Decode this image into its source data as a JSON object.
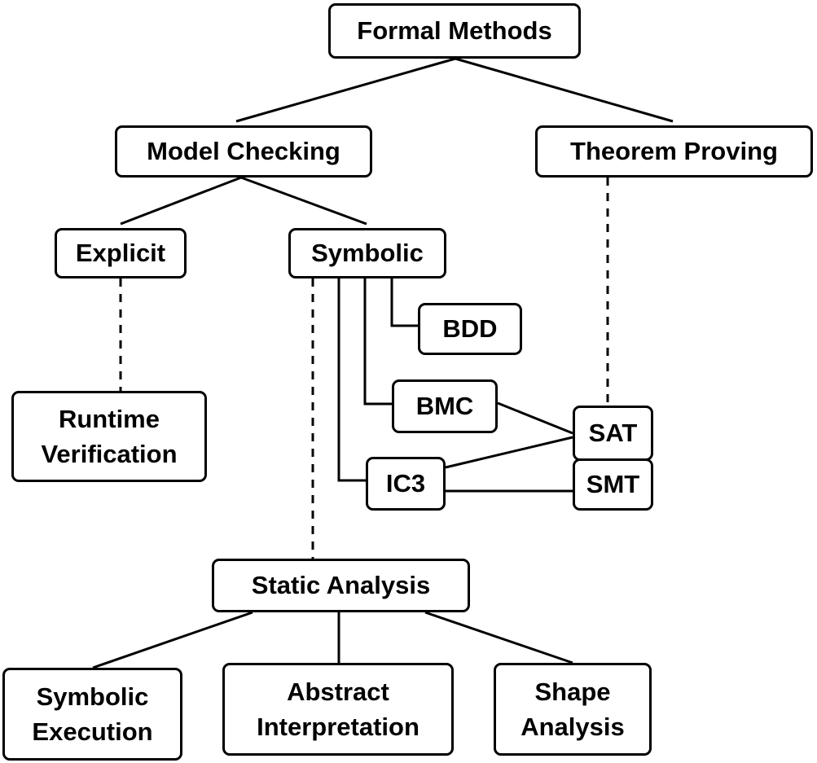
{
  "colors": {
    "stroke": "#000000",
    "background": "#ffffff"
  },
  "nodes": {
    "formal_methods": {
      "lines": [
        "Formal Methods"
      ]
    },
    "model_checking": {
      "lines": [
        "Model Checking"
      ]
    },
    "theorem_proving": {
      "lines": [
        "Theorem Proving"
      ]
    },
    "explicit": {
      "lines": [
        "Explicit"
      ]
    },
    "symbolic": {
      "lines": [
        "Symbolic"
      ]
    },
    "bdd": {
      "lines": [
        "BDD"
      ]
    },
    "bmc": {
      "lines": [
        "BMC"
      ]
    },
    "sat": {
      "lines": [
        "SAT"
      ]
    },
    "smt": {
      "lines": [
        "SMT"
      ]
    },
    "ic3": {
      "lines": [
        "IC3"
      ]
    },
    "runtime_verification": {
      "lines": [
        "Runtime",
        "Verification"
      ]
    },
    "static_analysis": {
      "lines": [
        "Static Analysis"
      ]
    },
    "symbolic_execution": {
      "lines": [
        "Symbolic",
        "Execution"
      ]
    },
    "abstract_interpretation": {
      "lines": [
        "Abstract",
        "Interpretation"
      ]
    },
    "shape_analysis": {
      "lines": [
        "Shape",
        "Analysis"
      ]
    }
  },
  "edges": [
    {
      "from": "formal_methods",
      "to": "model_checking",
      "style": "solid"
    },
    {
      "from": "formal_methods",
      "to": "theorem_proving",
      "style": "solid"
    },
    {
      "from": "model_checking",
      "to": "explicit",
      "style": "solid"
    },
    {
      "from": "model_checking",
      "to": "symbolic",
      "style": "solid"
    },
    {
      "from": "symbolic",
      "to": "bdd",
      "style": "solid"
    },
    {
      "from": "symbolic",
      "to": "bmc",
      "style": "solid"
    },
    {
      "from": "symbolic",
      "to": "ic3",
      "style": "solid"
    },
    {
      "from": "bmc",
      "to": "sat",
      "style": "solid"
    },
    {
      "from": "ic3",
      "to": "sat",
      "style": "solid"
    },
    {
      "from": "ic3",
      "to": "smt",
      "style": "solid"
    },
    {
      "from": "theorem_proving",
      "to": "sat",
      "style": "dashed"
    },
    {
      "from": "explicit",
      "to": "runtime_verification",
      "style": "dashed"
    },
    {
      "from": "symbolic",
      "to": "static_analysis",
      "style": "dashed"
    },
    {
      "from": "static_analysis",
      "to": "symbolic_execution",
      "style": "solid"
    },
    {
      "from": "static_analysis",
      "to": "abstract_interpretation",
      "style": "solid"
    },
    {
      "from": "static_analysis",
      "to": "shape_analysis",
      "style": "solid"
    }
  ]
}
